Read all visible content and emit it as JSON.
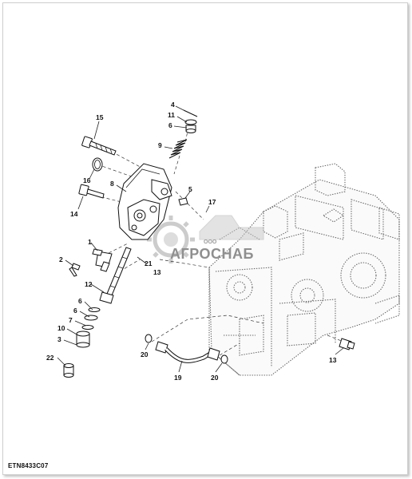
{
  "figure": {
    "code": "ETN8433C07"
  },
  "watermark": {
    "company_prefix": "ООО",
    "company_name": "АГРОСНАБ"
  },
  "callouts": {
    "c15": "15",
    "c16": "16",
    "c14": "14",
    "c8": "8",
    "c4": "4",
    "c11": "11",
    "c6a": "6",
    "c9": "9",
    "c5": "5",
    "c17": "17",
    "c1": "1",
    "c2": "2",
    "c21": "21",
    "c13a": "13",
    "c12": "12",
    "c6b": "6",
    "c6c": "6",
    "c7": "7",
    "c10": "10",
    "c3": "3",
    "c22": "22",
    "c20a": "20",
    "c19": "19",
    "c20b": "20",
    "c13b": "13"
  },
  "colors": {
    "line": "#111111",
    "ghost": "#666666",
    "watermark": "#8f8f8f"
  }
}
